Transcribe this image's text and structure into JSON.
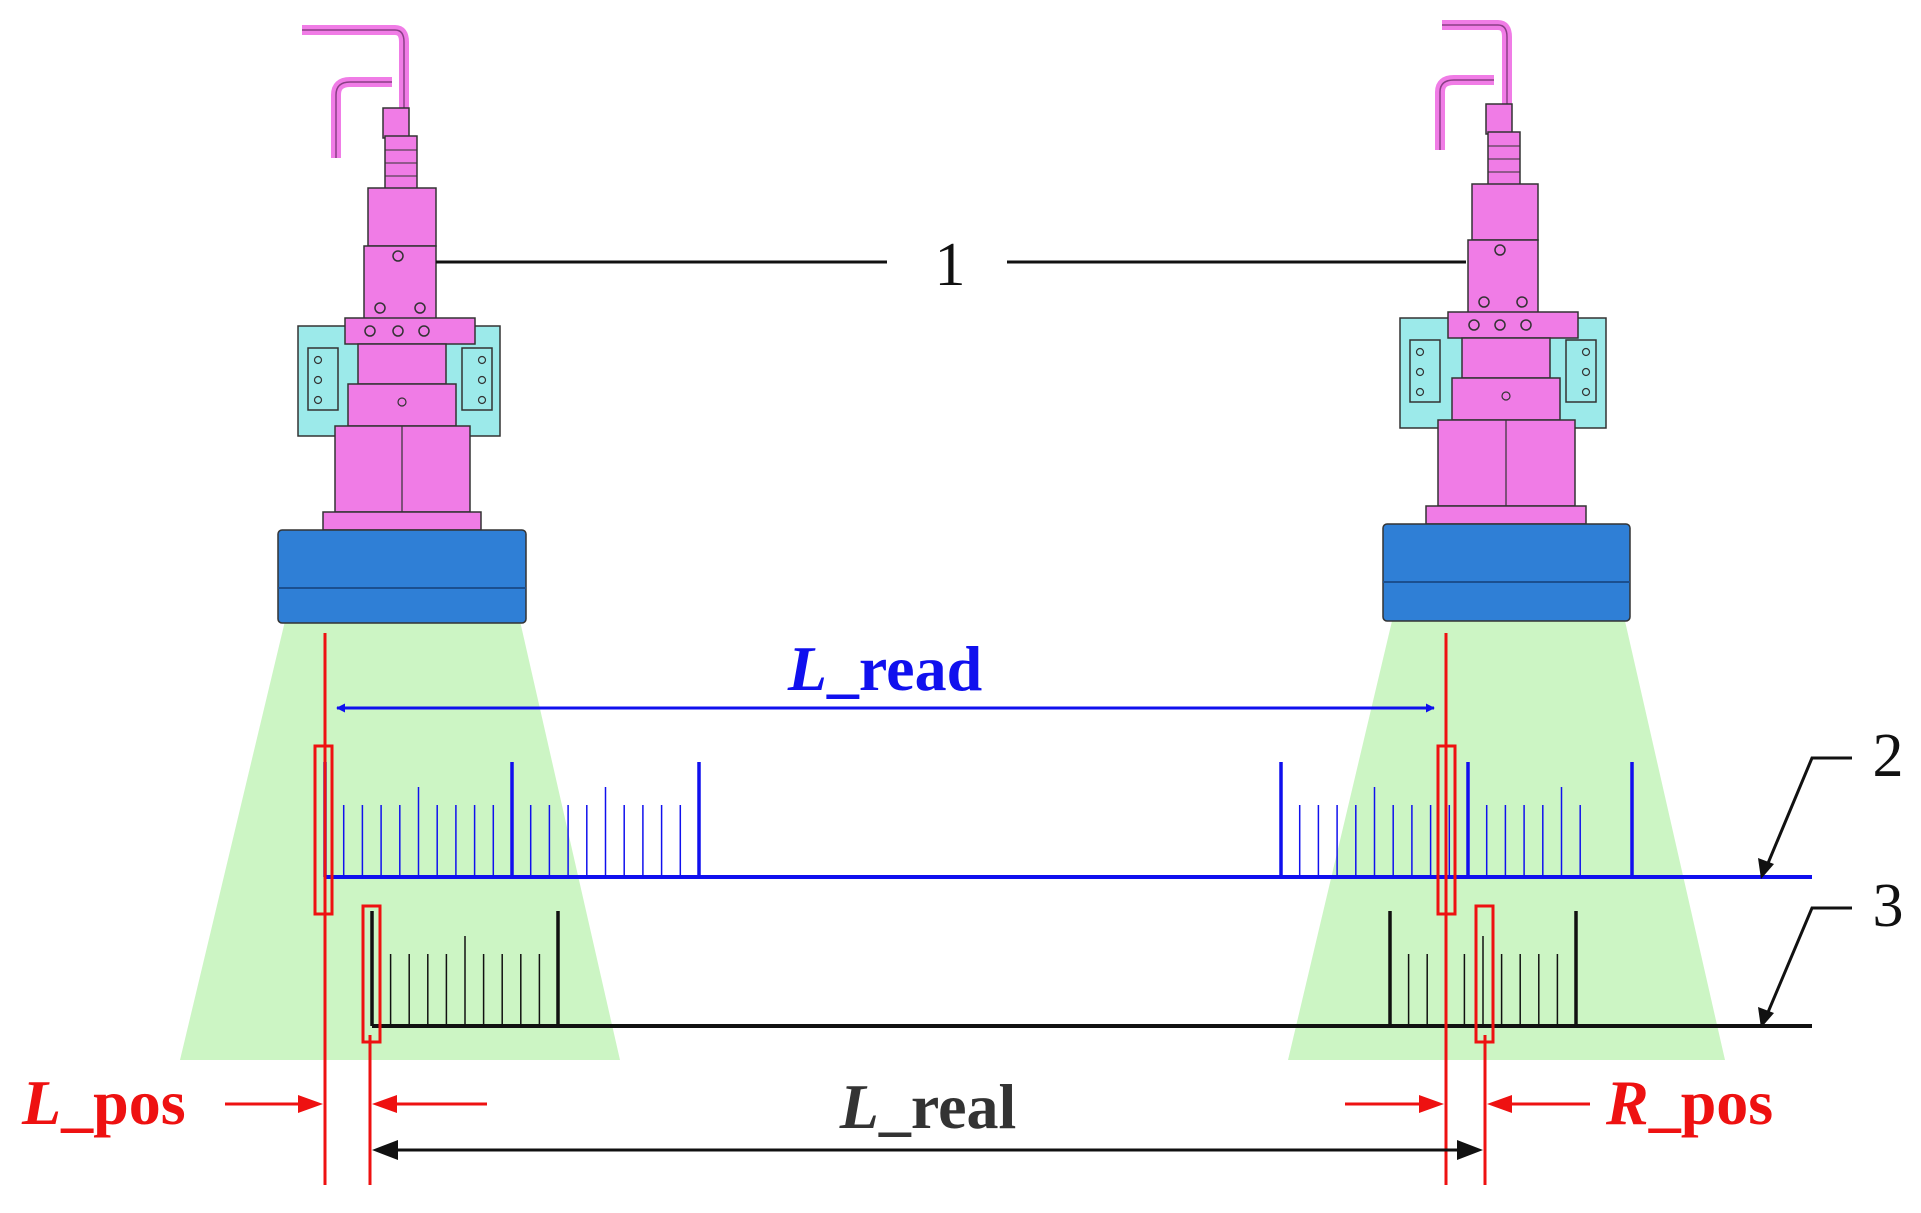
{
  "labels": {
    "camera_callout": "1",
    "scale_top_callout": "2",
    "scale_bottom_callout": "3",
    "l_read": {
      "var": "L",
      "suffix": "_read"
    },
    "l_real": {
      "var": "L",
      "suffix": "_real"
    },
    "l_pos": {
      "var": "L",
      "suffix": "_pos"
    },
    "r_pos": {
      "var": "R",
      "suffix": "_pos"
    }
  },
  "colors": {
    "camera_body": "#f07ce6",
    "camera_bracket": "#9ceaea",
    "lens_ring": "#2f7fd6",
    "field_of_view": "#ccf5c4",
    "scale_top": "#1010ee",
    "scale_bottom": "#111111",
    "reference_line": "#ee1111",
    "label_red": "#ee1111",
    "label_blue": "#1010ee",
    "label_dark": "#333333"
  },
  "icons": {
    "camera": "industrial-camera",
    "field": "light-cone"
  }
}
